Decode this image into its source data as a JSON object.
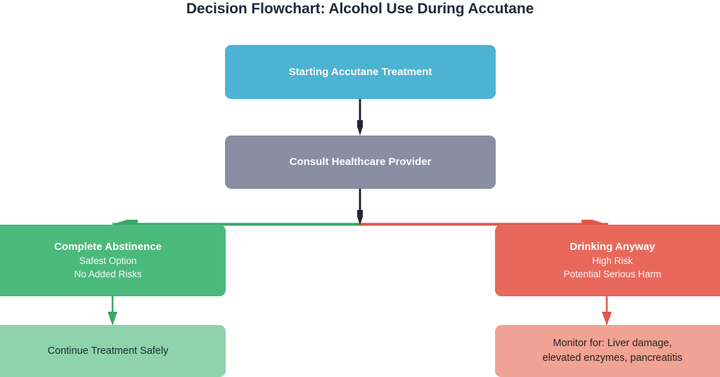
{
  "title": "Decision Flowchart: Alcohol Use During Accutane",
  "colors": {
    "start_node": "#4db3d3",
    "consult_node": "#8a8ea3",
    "abstinence_node": "#4cb97c",
    "drinking_node": "#e8695c",
    "continue_node": "#8ed3ab",
    "monitor_node": "#f0a294",
    "arrow_dark": "#232834",
    "arrow_green": "#3aa864",
    "arrow_red": "#e0564a",
    "background": "#ffffff",
    "title_text": "#1f2937"
  },
  "nodes": {
    "start": {
      "title": "Starting Accutane Treatment"
    },
    "consult": {
      "title": "Consult Healthcare Provider"
    },
    "abstinence": {
      "title": "Complete Abstinence",
      "sub1": "Safest Option",
      "sub2": "No Added Risks"
    },
    "drinking": {
      "title": "Drinking Anyway",
      "sub1": "High Risk",
      "sub2": "Potential Serious Harm"
    },
    "continue": {
      "title": "Continue Treatment Safely"
    },
    "monitor": {
      "line1": "Monitor for: Liver damage,",
      "line2": "elevated enzymes, pancreatitis"
    }
  },
  "connectors": {
    "start_to_consult": "arrow-down-dark",
    "consult_to_split": "arrow-down-dark",
    "split_left": "arrow-left-green",
    "split_right": "arrow-right-red",
    "abstinence_to_continue": "arrow-down-green",
    "drinking_to_monitor": "arrow-down-red"
  },
  "chart_data": {
    "type": "diagram",
    "title": "Decision Flowchart: Alcohol Use During Accutane",
    "nodes": [
      {
        "id": "start",
        "label": "Starting Accutane Treatment",
        "color": "#4db3d3",
        "level": 0
      },
      {
        "id": "consult",
        "label": "Consult Healthcare Provider",
        "color": "#8a8ea3",
        "level": 1
      },
      {
        "id": "abstinence",
        "label": "Complete Abstinence",
        "details": [
          "Safest Option",
          "No Added Risks"
        ],
        "color": "#4cb97c",
        "level": 2
      },
      {
        "id": "drinking",
        "label": "Drinking Anyway",
        "details": [
          "High Risk",
          "Potential Serious Harm"
        ],
        "color": "#e8695c",
        "level": 2
      },
      {
        "id": "continue",
        "label": "Continue Treatment Safely",
        "color": "#8ed3ab",
        "level": 3
      },
      {
        "id": "monitor",
        "label": "Monitor for: Liver damage, elevated enzymes, pancreatitis",
        "color": "#f0a294",
        "level": 3
      }
    ],
    "edges": [
      {
        "from": "start",
        "to": "consult",
        "color": "#232834"
      },
      {
        "from": "consult",
        "to": "abstinence",
        "color": "#3aa864"
      },
      {
        "from": "consult",
        "to": "drinking",
        "color": "#e0564a"
      },
      {
        "from": "abstinence",
        "to": "continue",
        "color": "#3aa864"
      },
      {
        "from": "drinking",
        "to": "monitor",
        "color": "#e0564a"
      }
    ]
  }
}
